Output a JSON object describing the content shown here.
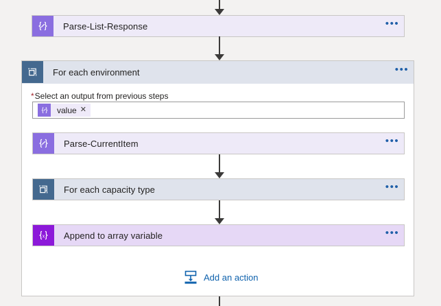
{
  "canvas": {
    "background": "#f3f2f1"
  },
  "top_connector": {
    "name": "connector-into-parse-list-response"
  },
  "steps": {
    "parse_list_response": {
      "title": "Parse-List-Response",
      "icon": "json-parse-icon",
      "icon_glyph": "{⁄}",
      "icon_color": "#8a6ee0",
      "background": "#eeeaf8",
      "overflow_label": "•••"
    },
    "for_each_environment": {
      "title": "For each environment",
      "icon": "foreach-loop-icon",
      "icon_color": "#44698f",
      "background": "#dfe3ec",
      "overflow_label": "•••",
      "field": {
        "required_marker": "*",
        "label": "Select an output from previous steps",
        "token": {
          "text": "value",
          "icon": "json-parse-icon",
          "icon_glyph": "{⁄}",
          "close_label": "✕"
        }
      }
    },
    "parse_current_item": {
      "title": "Parse-CurrentItem",
      "icon": "json-parse-icon",
      "icon_glyph": "{⁄}",
      "icon_color": "#8a6ee0",
      "background": "#eeeaf8",
      "overflow_label": "•••"
    },
    "for_each_capacity_type": {
      "title": "For each capacity type",
      "icon": "foreach-loop-icon",
      "icon_color": "#44698f",
      "background": "#dfe3ec",
      "overflow_label": "•••"
    },
    "append_to_array_variable": {
      "title": "Append to array variable",
      "icon": "variable-icon",
      "icon_glyph": "{x}",
      "icon_color": "#8c19d9",
      "background": "#e6d8f6",
      "overflow_label": "•••"
    }
  },
  "add_action": {
    "label": "Add an action",
    "icon": "insert-step-icon",
    "color": "#0f62ad"
  }
}
